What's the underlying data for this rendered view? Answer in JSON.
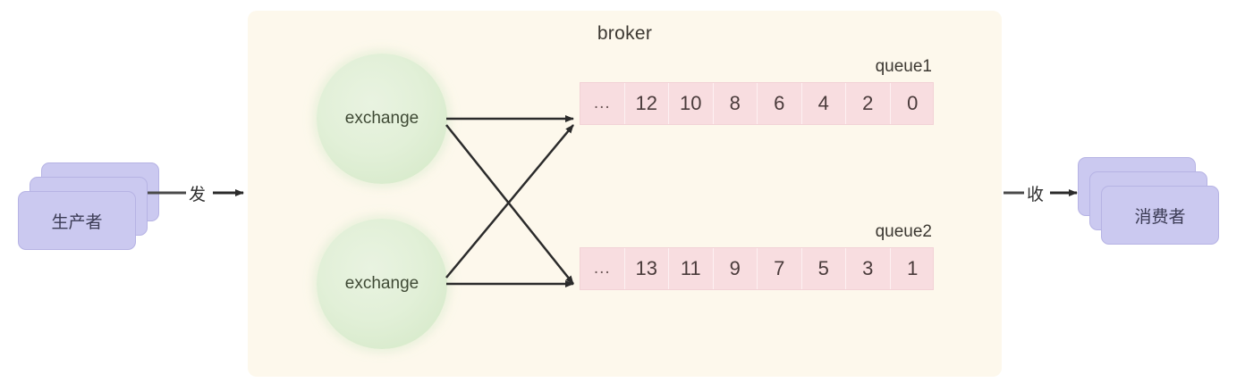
{
  "diagram": {
    "title_label": "broker",
    "producer": {
      "label": "生产者",
      "stack_count": 3
    },
    "consumer": {
      "label": "消费者",
      "stack_count": 3
    },
    "edges": {
      "send_label": "发",
      "receive_label": "收"
    },
    "exchanges": [
      {
        "id": "exchange-top",
        "label": "exchange"
      },
      {
        "id": "exchange-bottom",
        "label": "exchange"
      }
    ],
    "queues": [
      {
        "id": "queue1",
        "title": "queue1",
        "cells": [
          "...",
          "12",
          "10",
          "8",
          "6",
          "4",
          "2",
          "0"
        ]
      },
      {
        "id": "queue2",
        "title": "queue2",
        "cells": [
          "...",
          "13",
          "11",
          "9",
          "7",
          "5",
          "3",
          "1"
        ]
      }
    ],
    "colors": {
      "panel_bg": "#fdf8ec",
      "exchange_fill": "#dceccf",
      "queue_fill": "#f8dde0",
      "node_fill": "#cbc9f0",
      "arrow_stroke": "#2b2b2b"
    }
  }
}
